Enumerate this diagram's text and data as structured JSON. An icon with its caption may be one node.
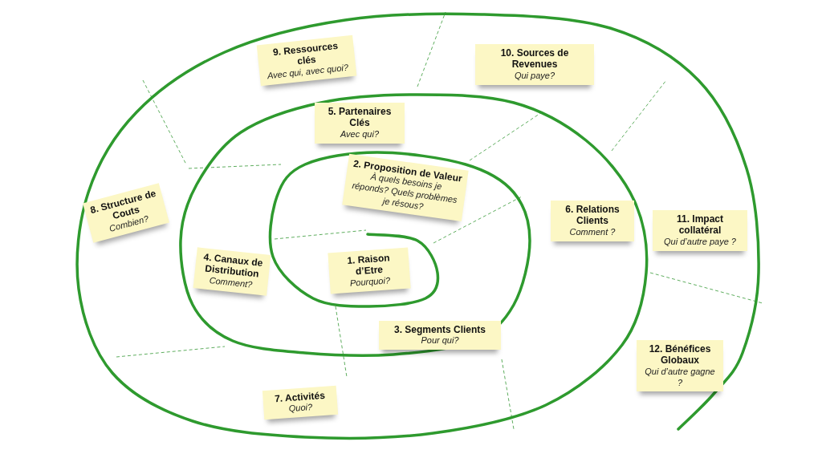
{
  "diagram": {
    "nodes": [
      {
        "text": [
          "1. Raison d’Etre",
          "Pourquoi?"
        ]
      },
      {
        "text": [
          "2. Proposition de Valeur",
          "À quels besoins je réponds? Quels problèmes je résous?"
        ]
      },
      {
        "text": [
          "3. Segments Clients",
          "Pour qui?"
        ]
      },
      {
        "text": [
          "4. Canaux de Distribution",
          "Comment?"
        ]
      },
      {
        "text": [
          "5. Partenaires Clés",
          "Avec qui?"
        ]
      },
      {
        "text": [
          "6. Relations Clients",
          "Comment ?"
        ]
      },
      {
        "text": [
          "7. Activités",
          "Quoi?"
        ]
      },
      {
        "text": [
          "8. Structure de Couts",
          "Combien?"
        ]
      },
      {
        "text": [
          "9. Ressources clés",
          "Avec qui, avec quoi?"
        ]
      },
      {
        "text": [
          "10. Sources de Revenues",
          "Qui paye?"
        ]
      },
      {
        "text": [
          "11. Impact collatéral",
          "Qui d’autre paye ?"
        ]
      },
      {
        "text": [
          "12. Bénéfices Globaux",
          "Qui d’autre gagne ?"
        ]
      }
    ]
  }
}
